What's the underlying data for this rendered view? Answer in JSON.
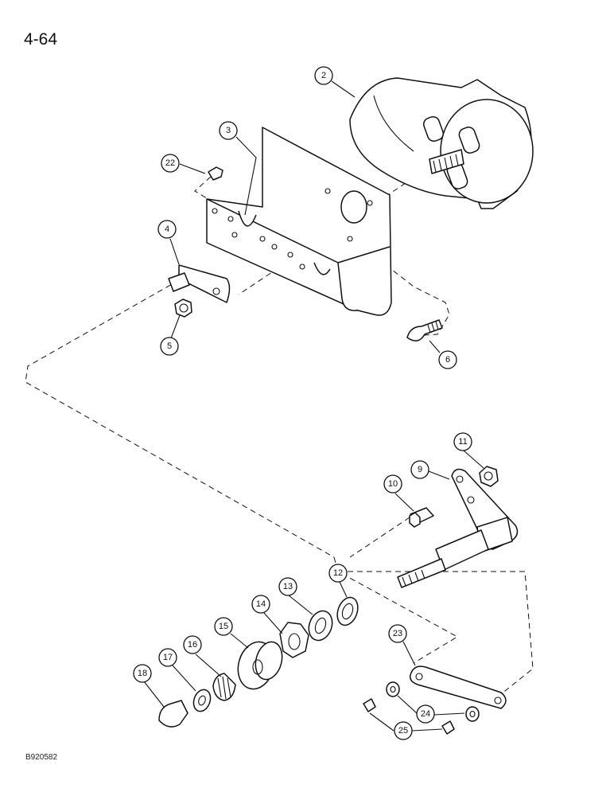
{
  "page": {
    "number": "4-64",
    "figure_code": "B920582"
  },
  "callouts": [
    {
      "id": "2",
      "label": "2"
    },
    {
      "id": "3",
      "label": "3"
    },
    {
      "id": "22",
      "label": "22"
    },
    {
      "id": "4",
      "label": "4"
    },
    {
      "id": "5",
      "label": "5"
    },
    {
      "id": "6",
      "label": "6"
    },
    {
      "id": "11",
      "label": "11"
    },
    {
      "id": "9",
      "label": "9"
    },
    {
      "id": "10",
      "label": "10"
    },
    {
      "id": "12",
      "label": "12"
    },
    {
      "id": "13",
      "label": "13"
    },
    {
      "id": "14",
      "label": "14"
    },
    {
      "id": "15",
      "label": "15"
    },
    {
      "id": "16",
      "label": "16"
    },
    {
      "id": "17",
      "label": "17"
    },
    {
      "id": "18",
      "label": "18"
    },
    {
      "id": "23",
      "label": "23"
    },
    {
      "id": "24",
      "label": "24"
    },
    {
      "id": "25",
      "label": "25"
    }
  ],
  "parts": [
    {
      "callout": "2",
      "icon": "motor-icon"
    },
    {
      "callout": "3",
      "icon": "bracket-icon"
    },
    {
      "callout": "22",
      "icon": "screw-icon"
    },
    {
      "callout": "4",
      "icon": "stud-plate-icon"
    },
    {
      "callout": "5",
      "icon": "nut-icon"
    },
    {
      "callout": "6",
      "icon": "screw-icon"
    },
    {
      "callout": "9",
      "icon": "crank-arm-icon"
    },
    {
      "callout": "10",
      "icon": "stud-icon"
    },
    {
      "callout": "11",
      "icon": "lock-nut-icon"
    },
    {
      "callout": "12",
      "icon": "washer-icon"
    },
    {
      "callout": "13",
      "icon": "washer-icon"
    },
    {
      "callout": "14",
      "icon": "nut-icon"
    },
    {
      "callout": "15",
      "icon": "pulley-icon"
    },
    {
      "callout": "16",
      "icon": "bushing-icon"
    },
    {
      "callout": "17",
      "icon": "lock-washer-icon"
    },
    {
      "callout": "18",
      "icon": "cap-nut-icon"
    },
    {
      "callout": "23",
      "icon": "link-icon"
    },
    {
      "callout": "24",
      "icon": "washer-icon"
    },
    {
      "callout": "25",
      "icon": "clip-icon"
    }
  ]
}
